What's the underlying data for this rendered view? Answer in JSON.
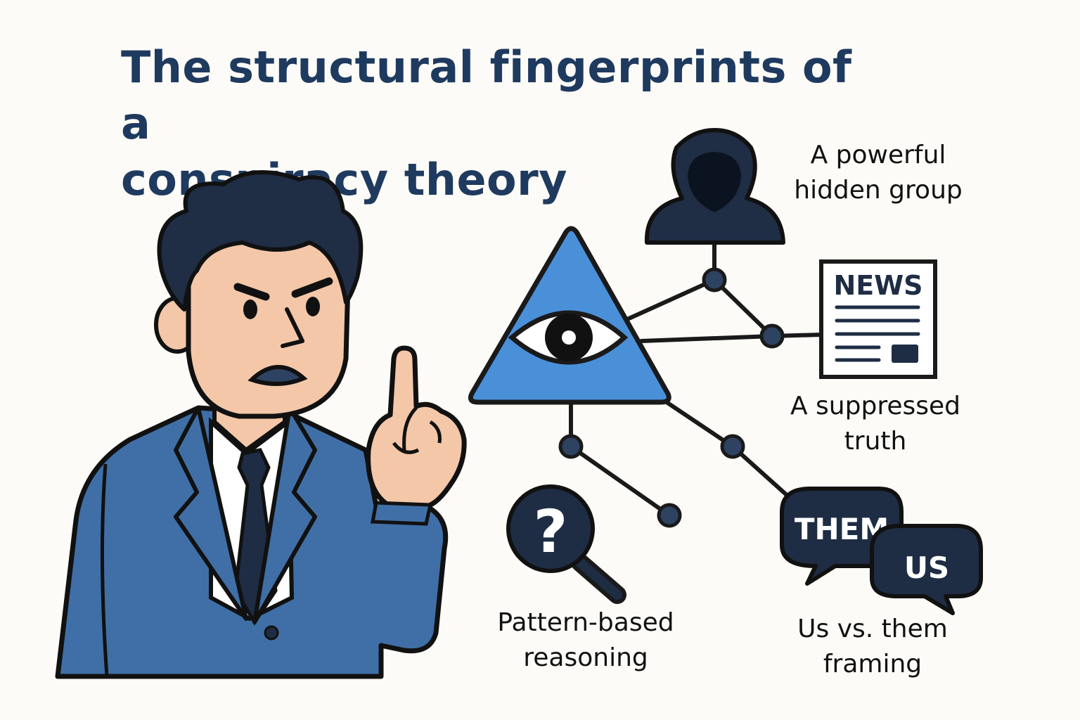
{
  "title": {
    "line1": "The structural fingerprints of a",
    "line2": "conspiracy theory"
  },
  "labels": {
    "hidden_group": {
      "line1": "A powerful",
      "line2": "hidden group"
    },
    "suppressed_truth": {
      "line1": "A suppressed",
      "line2": "truth"
    },
    "pattern_reasoning": {
      "line1": "Pattern-based",
      "line2": "reasoning"
    },
    "us_vs_them": {
      "line1": "Us vs. them",
      "line2": "framing"
    }
  },
  "icons": {
    "news_text": "NEWS",
    "them_text": "THEM",
    "us_text": "US",
    "question_mark": "?"
  },
  "colors": {
    "title": "#1f3a5f",
    "accent_blue": "#4a90d9",
    "suit_blue": "#3f6fa6",
    "dark_navy": "#1e2d44",
    "skin": "#f3c7a8"
  }
}
